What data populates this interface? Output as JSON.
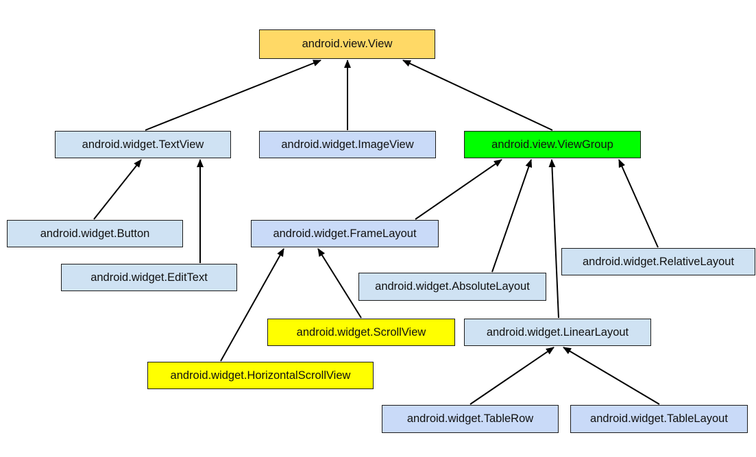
{
  "nodes": {
    "view": "android.view.View",
    "textview": "android.widget.TextView",
    "imageview": "android.widget.ImageView",
    "viewgroup": "android.view.ViewGroup",
    "button": "android.widget.Button",
    "edittext": "android.widget.EditText",
    "framelayout": "android.widget.FrameLayout",
    "absolutelayout": "android.widget.AbsoluteLayout",
    "relativelayout": "android.widget.RelativeLayout",
    "scrollview": "android.widget.ScrollView",
    "linearlayout": "android.widget.LinearLayout",
    "horizontalscrollview": "android.widget.HorizontalScrollView",
    "tablerow": "android.widget.TableRow",
    "tablelayout": "android.widget.TableLayout"
  },
  "edges": [
    {
      "from": "textview",
      "to": "view"
    },
    {
      "from": "imageview",
      "to": "view"
    },
    {
      "from": "viewgroup",
      "to": "view"
    },
    {
      "from": "button",
      "to": "textview"
    },
    {
      "from": "edittext",
      "to": "textview"
    },
    {
      "from": "framelayout",
      "to": "viewgroup"
    },
    {
      "from": "absolutelayout",
      "to": "viewgroup"
    },
    {
      "from": "linearlayout",
      "to": "viewgroup"
    },
    {
      "from": "relativelayout",
      "to": "viewgroup"
    },
    {
      "from": "horizontalscrollview",
      "to": "framelayout"
    },
    {
      "from": "scrollview",
      "to": "framelayout"
    },
    {
      "from": "tablerow",
      "to": "linearlayout"
    },
    {
      "from": "tablelayout",
      "to": "linearlayout"
    }
  ],
  "colors": {
    "root": "#ffd966",
    "viewgroup": "#00ff00",
    "yellow": "#ffff00",
    "light_blue": "#cfe2f3",
    "periwinkle": "#c9daf8",
    "edge": "#000000"
  }
}
